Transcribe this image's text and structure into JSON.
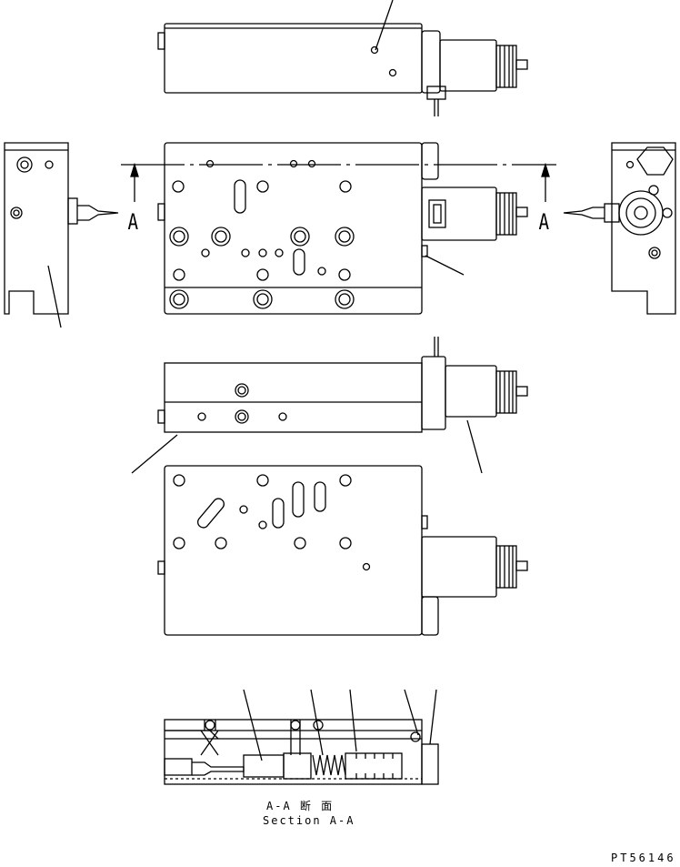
{
  "section_marks": {
    "left": "A",
    "right": "A"
  },
  "caption": {
    "line1": "A-A 断 面",
    "line2": "Section A-A"
  },
  "drawing_code": "PT56146"
}
